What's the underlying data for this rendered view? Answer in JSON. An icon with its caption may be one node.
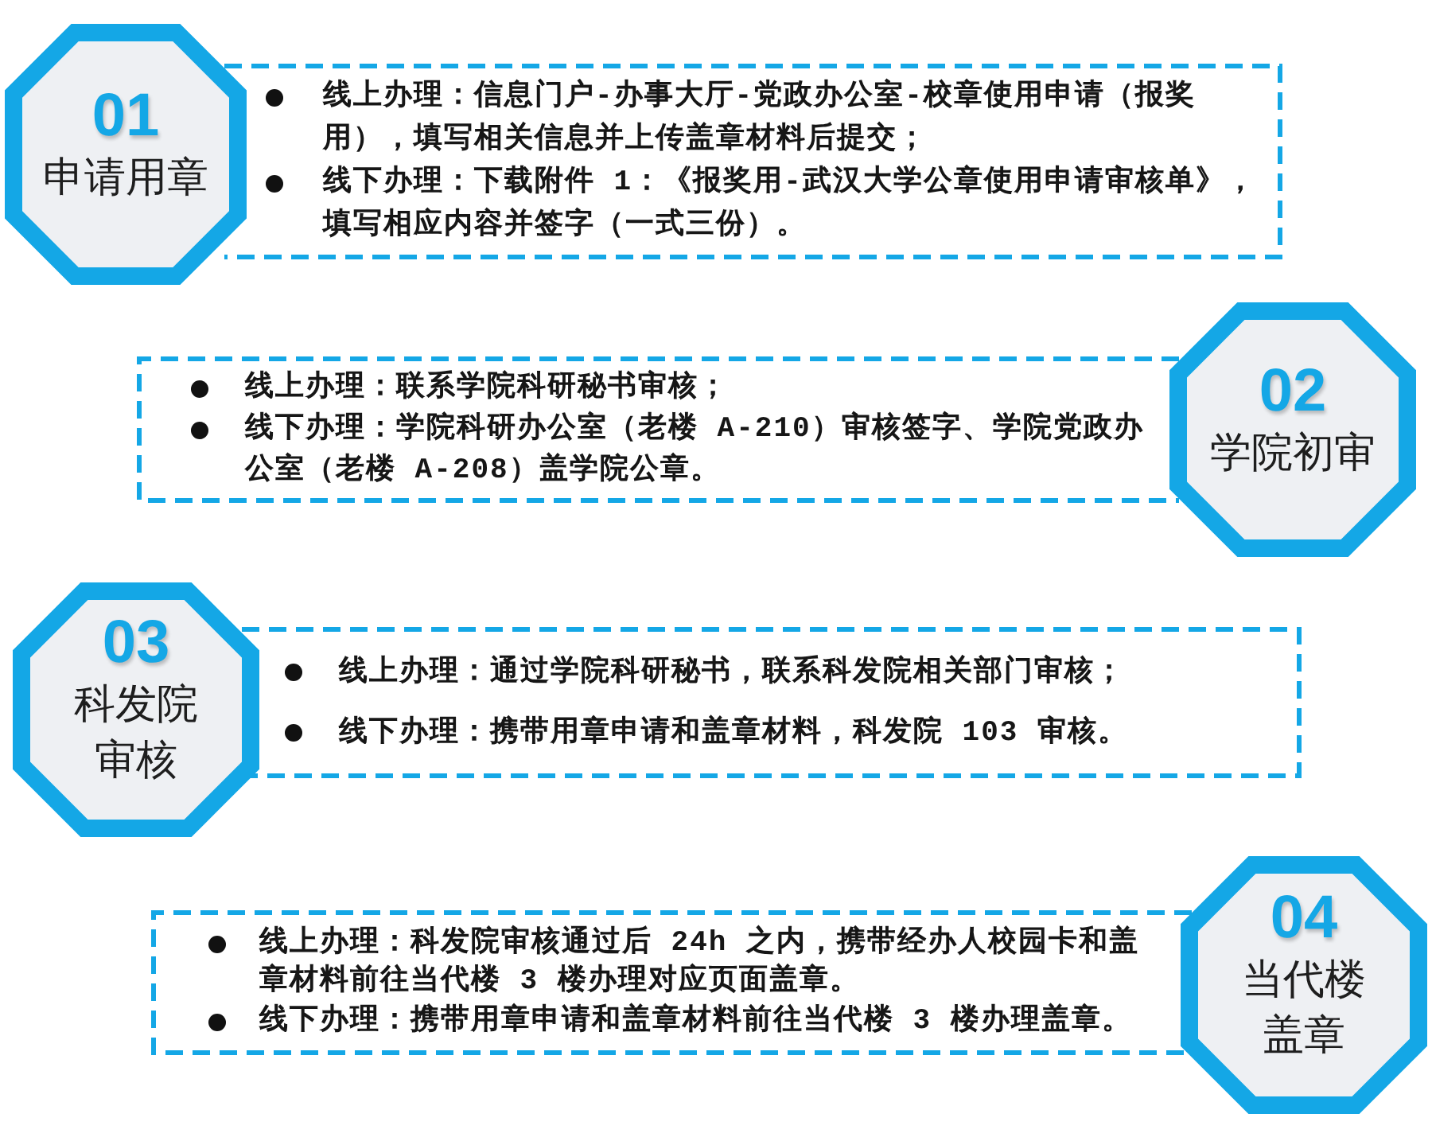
{
  "diagram": {
    "nodes": [
      {
        "text": [
          "01",
          "申请用章"
        ]
      },
      {
        "text": [
          "线上办理：信息门户-办事大厅-党政办公室-校章使用申请（报奖用），填写相关信息并上传盖章材料后提交；",
          "线下办理：下载附件 1：《报奖用-武汉大学公章使用申请审核单》，填写相应内容并签字（一式三份）。"
        ]
      },
      {
        "text": [
          "线上办理：联系学院科研秘书审核；",
          "线下办理：学院科研办公室（老楼 A-210）审核签字、学院党政办公室（老楼 A-208）盖学院公章。"
        ]
      },
      {
        "text": [
          "02",
          "学院初审"
        ]
      },
      {
        "text": [
          "03",
          "科发院审核"
        ]
      },
      {
        "text": [
          "线上办理：通过学院科研秘书，联系科发院相关部门审核；",
          "线下办理：携带用章申请和盖章材料，科发院 103 审核。"
        ]
      },
      {
        "text": [
          "线上办理：科发院审核通过后 24h 之内，携带经办人校园卡和盖章材料前往当代楼 3 楼办理对应页面盖章。",
          "线下办理：携带用章申请和盖章材料前往当代楼 3 楼办理盖章。"
        ]
      },
      {
        "text": [
          "04",
          "当代楼盖章"
        ]
      }
    ]
  }
}
